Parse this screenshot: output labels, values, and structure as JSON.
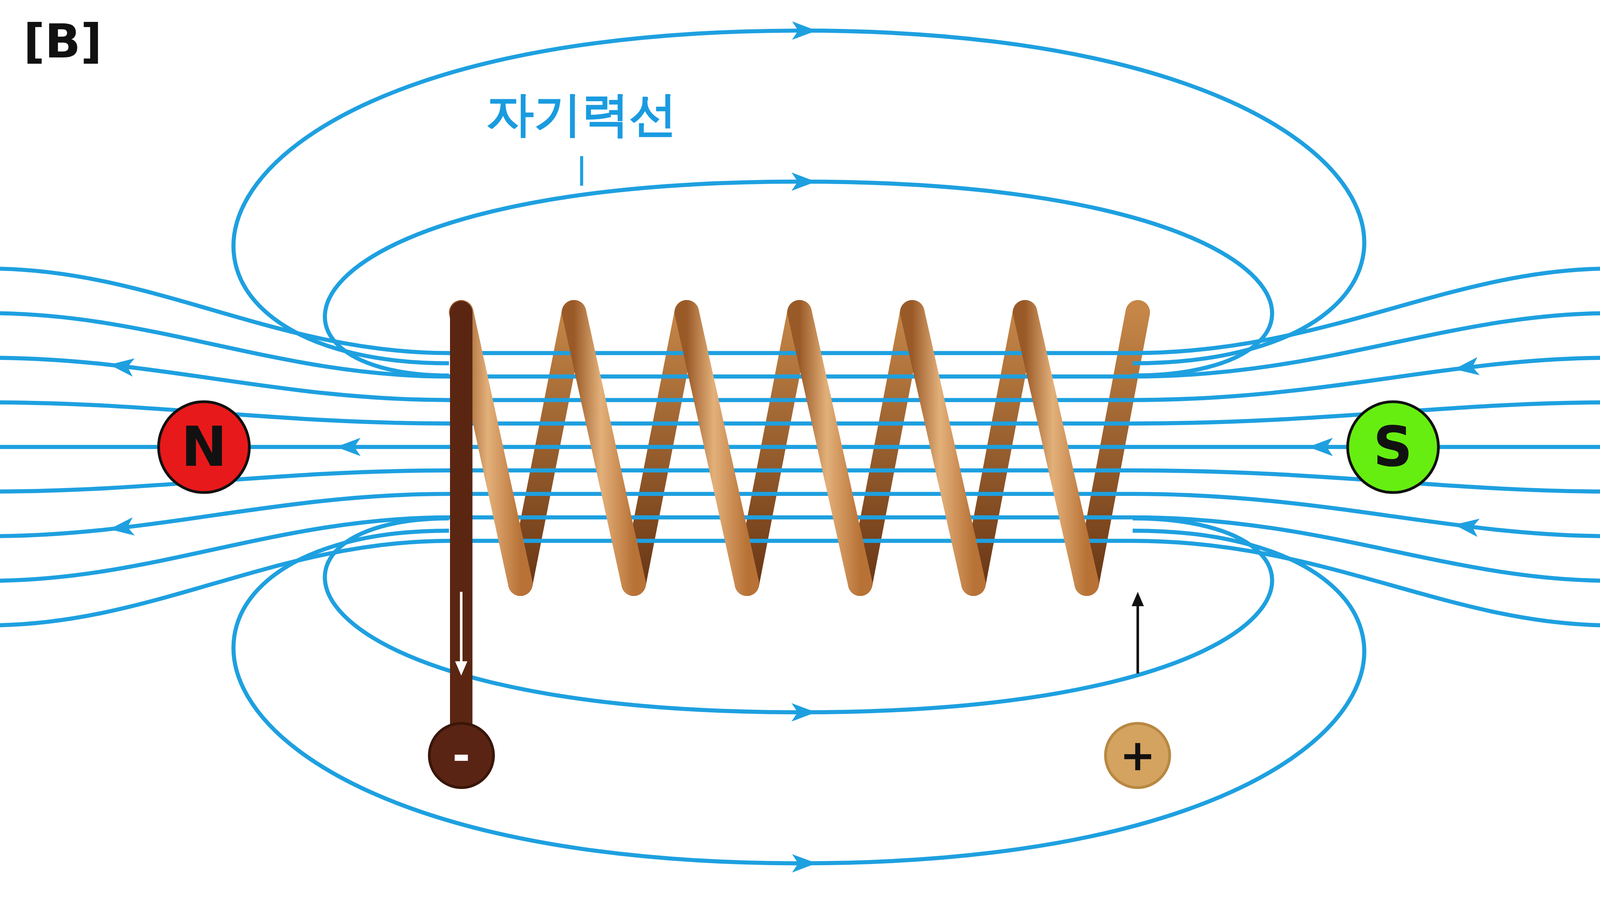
{
  "diagram": {
    "title": "[B]",
    "nodes": [
      {
        "text": [
          "N"
        ]
      },
      {
        "text": [
          "S"
        ]
      },
      {
        "text": [
          "-"
        ]
      },
      {
        "text": [
          "+"
        ]
      }
    ],
    "labels": [
      "자기력선"
    ]
  }
}
